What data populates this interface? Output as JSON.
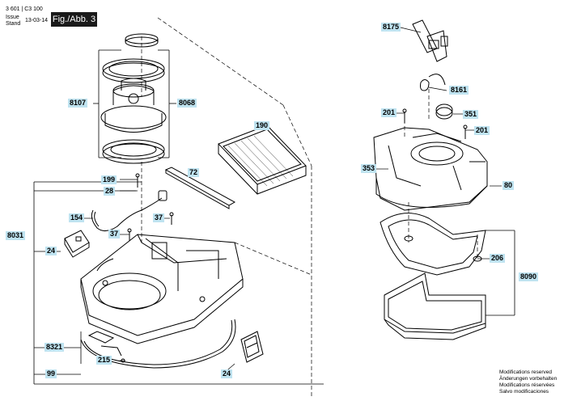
{
  "header": {
    "code": "3 601 | C3 100",
    "issue_label": "Issue",
    "stand_label": "Stand",
    "date": "13-03-14",
    "figure_label": "Fig./Abb. 3"
  },
  "parts": {
    "p8175": "8175",
    "p8161": "8161",
    "p201a": "201",
    "p351": "351",
    "p201b": "201",
    "p353": "353",
    "p80": "80",
    "p206": "206",
    "p8090": "8090",
    "p8107": "8107",
    "p8068": "8068",
    "p190": "190",
    "p72": "72",
    "p199": "199",
    "p28": "28",
    "p154": "154",
    "p37a": "37",
    "p37b": "37",
    "p8031": "8031",
    "p24a": "24",
    "p8321": "8321",
    "p215": "215",
    "p99": "99",
    "p24b": "24"
  },
  "notes": [
    "Modifications reserved",
    "Änderungen vorbehalten",
    "Modifications réservées",
    "Salvo modificaciones"
  ]
}
